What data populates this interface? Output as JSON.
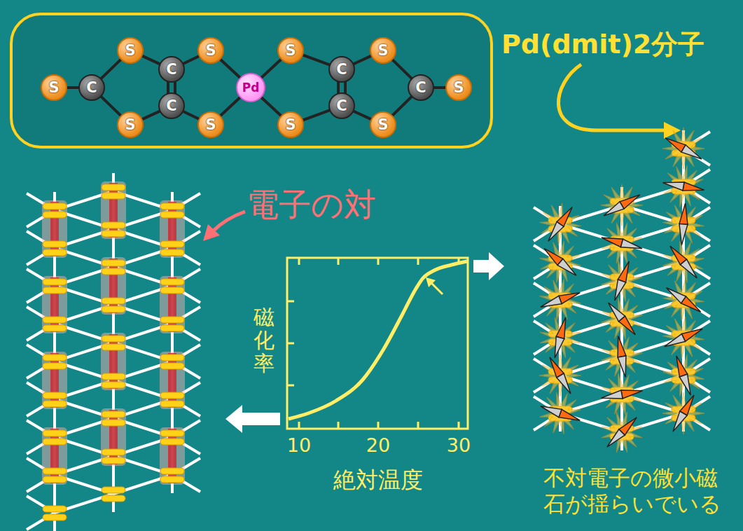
{
  "diagram": {
    "nodes": [
      {
        "text": [
          "S"
        ]
      },
      {
        "text": [
          "C"
        ]
      },
      {
        "text": [
          "S"
        ]
      },
      {
        "text": [
          "S"
        ]
      },
      {
        "text": [
          "C"
        ]
      },
      {
        "text": [
          "C"
        ]
      },
      {
        "text": [
          "S"
        ]
      },
      {
        "text": [
          "S"
        ]
      },
      {
        "text": [
          "Pd"
        ]
      },
      {
        "text": [
          "S"
        ]
      },
      {
        "text": [
          "S"
        ]
      },
      {
        "text": [
          "C"
        ]
      },
      {
        "text": [
          "C"
        ]
      },
      {
        "text": [
          "S"
        ]
      },
      {
        "text": [
          "S"
        ]
      },
      {
        "text": [
          "C"
        ]
      },
      {
        "text": [
          "S"
        ]
      }
    ],
    "edges": [
      {
        "from": 0,
        "to": 1,
        "arrow": "none"
      },
      {
        "from": 1,
        "to": 2,
        "arrow": "none"
      },
      {
        "from": 1,
        "to": 3,
        "arrow": "none"
      },
      {
        "from": 2,
        "to": 4,
        "arrow": "none"
      },
      {
        "from": 3,
        "to": 5,
        "arrow": "none"
      },
      {
        "from": 4,
        "to": 5,
        "arrow": "none"
      },
      {
        "from": 4,
        "to": 6,
        "arrow": "none"
      },
      {
        "from": 5,
        "to": 7,
        "arrow": "none"
      },
      {
        "from": 6,
        "to": 8,
        "arrow": "none"
      },
      {
        "from": 7,
        "to": 8,
        "arrow": "none"
      },
      {
        "from": 8,
        "to": 9,
        "arrow": "none"
      },
      {
        "from": 8,
        "to": 10,
        "arrow": "none"
      },
      {
        "from": 9,
        "to": 11,
        "arrow": "none"
      },
      {
        "from": 10,
        "to": 12,
        "arrow": "none"
      },
      {
        "from": 11,
        "to": 12,
        "arrow": "none"
      },
      {
        "from": 11,
        "to": 13,
        "arrow": "none"
      },
      {
        "from": 12,
        "to": 14,
        "arrow": "none"
      },
      {
        "from": 13,
        "to": 15,
        "arrow": "none"
      },
      {
        "from": 14,
        "to": 15,
        "arrow": "none"
      },
      {
        "from": 15,
        "to": 16,
        "arrow": "none"
      }
    ],
    "labels": [
      "Pd(dmit)2分子",
      "電子の対",
      "磁化率",
      "10",
      "20",
      "30",
      "絶対温度",
      "不対電子の微小磁石が揺らいでいる"
    ]
  }
}
